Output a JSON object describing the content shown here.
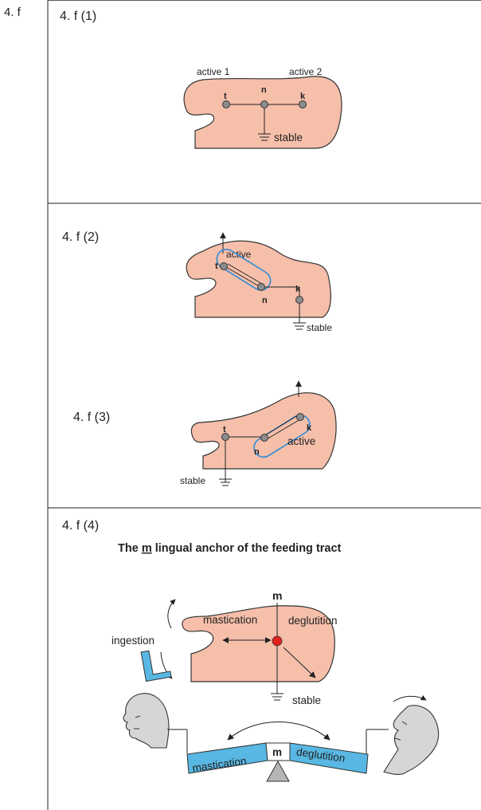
{
  "section_label": "4. f",
  "panels": {
    "p1": {
      "title": "4. f (1)",
      "active_1": "active 1",
      "active_2": "active 2",
      "point_t": "t",
      "point_n": "n",
      "point_k": "k",
      "stable": "stable"
    },
    "p2": {
      "title": "4. f (2)",
      "active": "active",
      "point_t": "t",
      "point_n": "n",
      "point_k": "k",
      "stable": "stable"
    },
    "p3": {
      "title": "4. f (3)",
      "active": "active",
      "point_t": "t",
      "point_n": "n",
      "point_k": "k",
      "stable": "stable"
    },
    "p4": {
      "title": "4. f (4)",
      "heading_pre": "The ",
      "heading_m": "m",
      "heading_post": " lingual anchor of the feeding tract",
      "m_label": "m",
      "mastication": "mastication",
      "deglutition": "deglutition",
      "ingestion": "ingestion",
      "stable": "stable",
      "seesaw_left": "mastication",
      "seesaw_center": "m",
      "seesaw_right": "deglutition"
    }
  },
  "colors": {
    "tongue_fill": "#f6bfaa",
    "highlight_blue": "#2f8ad8",
    "seesaw_blue": "#58b7e3",
    "anchor_red": "#e0201b",
    "node_gray": "#8c8c8c",
    "head_gray": "#d6d6d6"
  }
}
